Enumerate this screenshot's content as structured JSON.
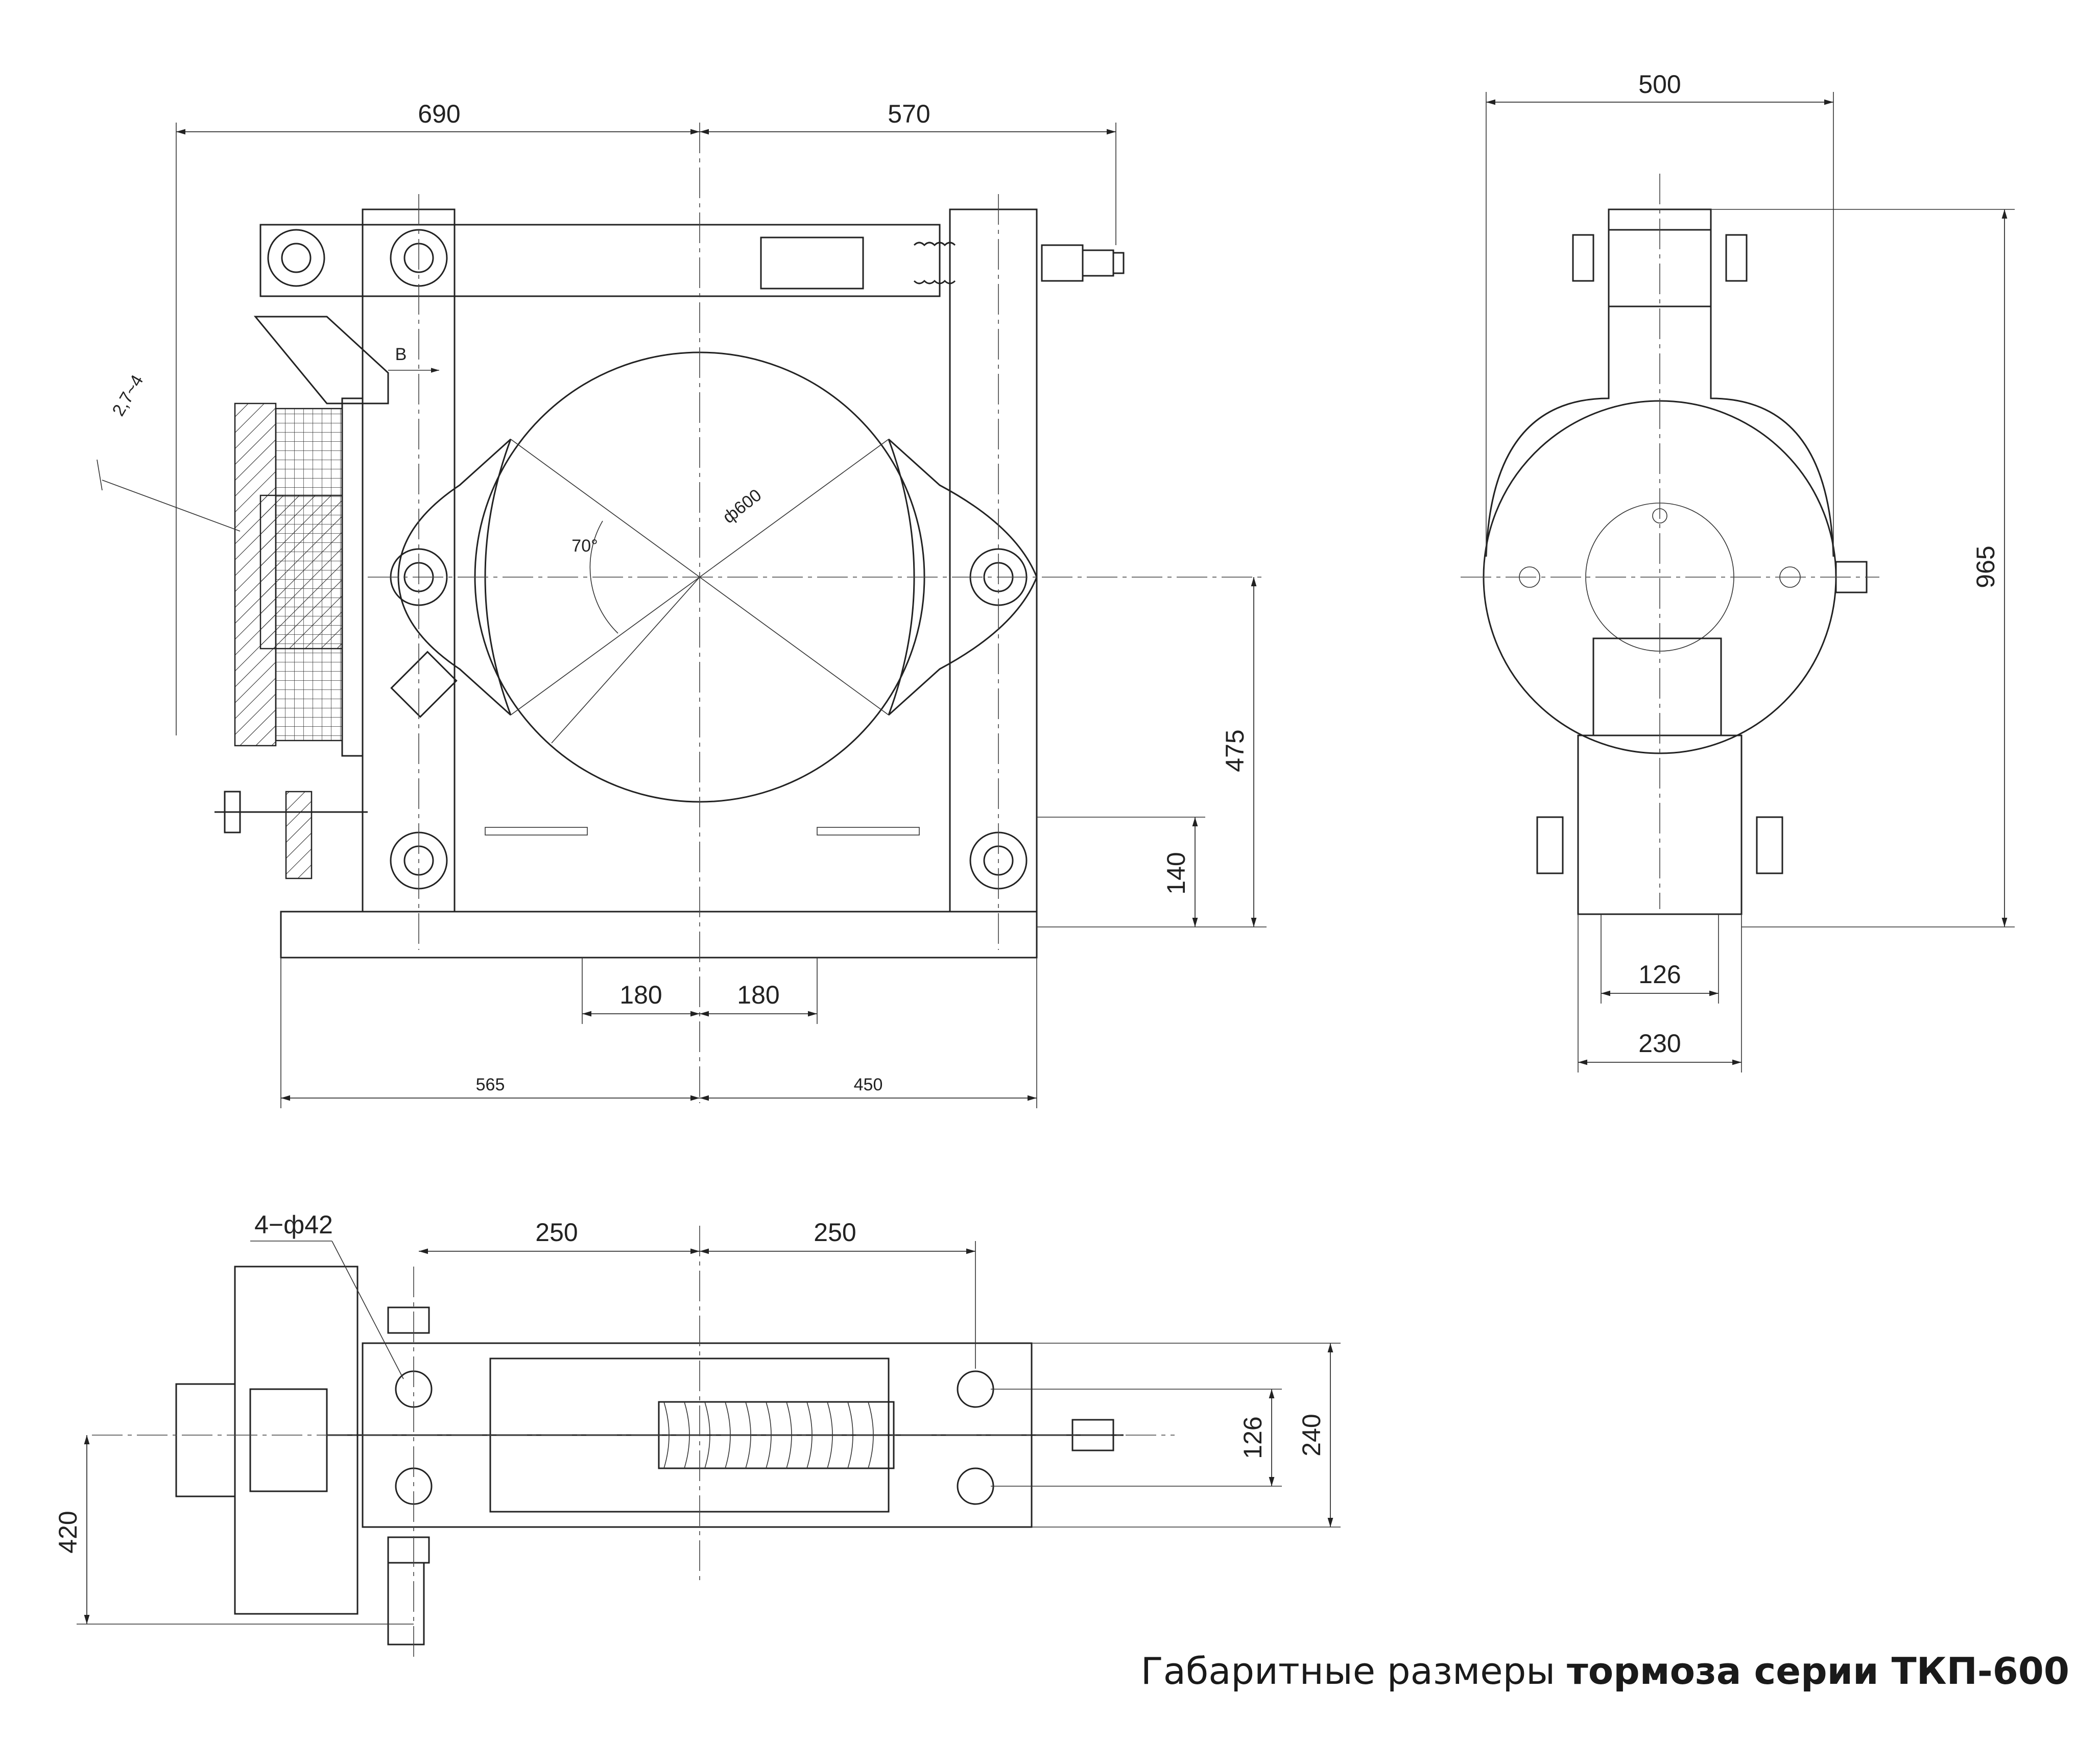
{
  "caption": {
    "regular": "Габаритные размеры",
    "bold": "тормоза серии ТКП-600"
  },
  "front_view": {
    "dims": {
      "top_left": "690",
      "top_right": "570",
      "base_inner_left": "180",
      "base_inner_right": "180",
      "base_left": "565",
      "base_right": "450",
      "height_total": "475",
      "height_axis": "140",
      "clearance": "2,7~4",
      "section_mark": "B",
      "drum_diameter": "ф600",
      "angle": "70°"
    }
  },
  "side_view": {
    "dims": {
      "width": "500",
      "height": "965",
      "inner": "126",
      "outer": "230"
    }
  },
  "top_view": {
    "dims": {
      "holes": "4−ф42",
      "left": "250",
      "right": "250",
      "inner": "126",
      "outer": "240",
      "depth": "420"
    }
  }
}
